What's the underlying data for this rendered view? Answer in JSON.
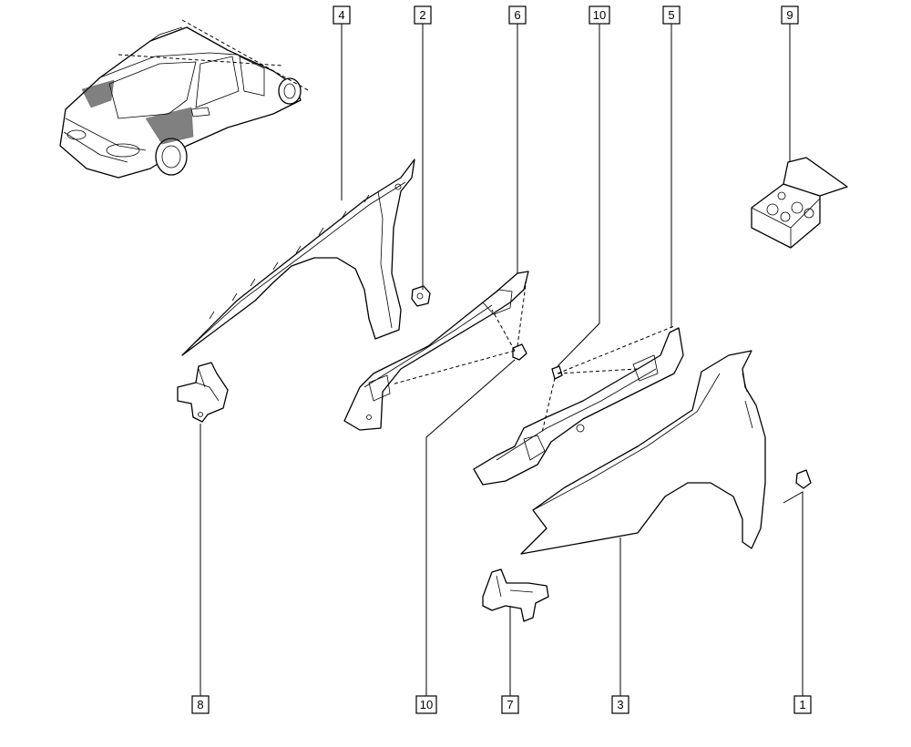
{
  "callouts": [
    {
      "id": "callout-4-top",
      "label": "4"
    },
    {
      "id": "callout-2-top",
      "label": "2"
    },
    {
      "id": "callout-6-top",
      "label": "6"
    },
    {
      "id": "callout-10-top",
      "label": "10"
    },
    {
      "id": "callout-5-top",
      "label": "5"
    },
    {
      "id": "callout-9-top",
      "label": "9"
    },
    {
      "id": "callout-8-bottom",
      "label": "8"
    },
    {
      "id": "callout-10-bottom",
      "label": "10"
    },
    {
      "id": "callout-7-bottom",
      "label": "7"
    },
    {
      "id": "callout-3-bottom",
      "label": "3"
    },
    {
      "id": "callout-1-bottom",
      "label": "1"
    }
  ],
  "parts": [
    {
      "ref": "1",
      "icon": "clip-icon"
    },
    {
      "ref": "2",
      "icon": "clip-icon"
    },
    {
      "ref": "3",
      "icon": "fender-icon"
    },
    {
      "ref": "4",
      "icon": "fender-icon"
    },
    {
      "ref": "5",
      "icon": "bracket-icon"
    },
    {
      "ref": "6",
      "icon": "bracket-icon"
    },
    {
      "ref": "7",
      "icon": "support-icon"
    },
    {
      "ref": "8",
      "icon": "support-icon"
    },
    {
      "ref": "9",
      "icon": "fastener-kit-icon"
    },
    {
      "ref": "10",
      "icon": "nut-icon"
    }
  ]
}
